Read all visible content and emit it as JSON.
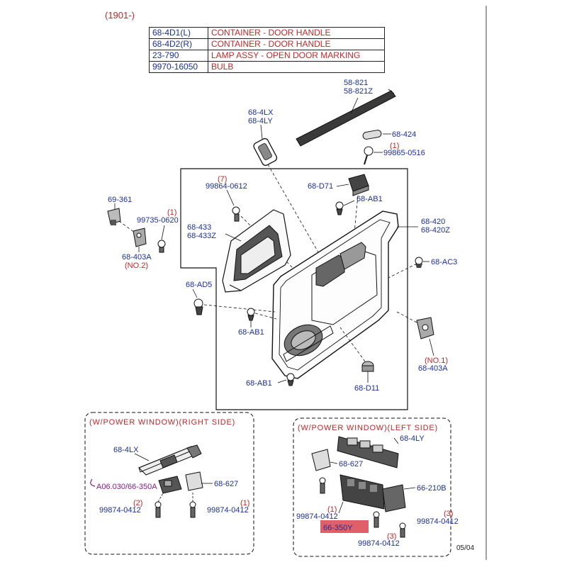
{
  "header": {
    "date_range": "(1901-)"
  },
  "legend": [
    {
      "code": "68-4D1(L)",
      "desc": "CONTAINER - DOOR HANDLE"
    },
    {
      "code": "68-4D2(R)",
      "desc": "CONTAINER - DOOR HANDLE"
    },
    {
      "code": "23-790",
      "desc": "LAMP ASSY - OPEN DOOR MARKING"
    },
    {
      "code": "9970-16050",
      "desc": "BULB"
    }
  ],
  "callouts": {
    "p_58_821": "58-821",
    "p_58_821z": "58-821Z",
    "p_68_4lx_top": "68-4LX",
    "p_68_4ly_top": "68-4LY",
    "p_68_424": "68-424",
    "p_99865_qty": "(1)",
    "p_99865": "99865-0516",
    "p_99864_qty": "(7)",
    "p_99864": "99864-0612",
    "p_68_d71": "68-D71",
    "p_68_ab1_a": "68-AB1",
    "p_69_361": "69-361",
    "p_99735_qty": "(1)",
    "p_99735": "99735-0620",
    "p_68_433": "68-433",
    "p_68_433z": "68-433Z",
    "p_68_420": "68-420",
    "p_68_420z": "68-420Z",
    "p_68_403a_left": "68-403A",
    "p_no2": "(NO.2)",
    "p_68_ac3": "68-AC3",
    "p_68_ad5": "68-AD5",
    "p_68_ab1_b": "68-AB1",
    "p_no1": "(NO.1)",
    "p_68_403a_right": "68-403A",
    "p_68_ab1_c": "68-AB1",
    "p_68_d11": "68-D11"
  },
  "right_box": {
    "title": "(W/POWER WINDOW)(RIGHT SIDE)",
    "p_68_4lx": "68-4LX",
    "p_68_627": "68-627",
    "p_ref": "A06.030/66-350A",
    "p_99874_l_qty": "(2)",
    "p_99874_l": "99874-0412",
    "p_99874_r_qty": "(1)",
    "p_99874_r": "99874-0412"
  },
  "left_box": {
    "title": "(W/POWER WINDOW)(LEFT SIDE)",
    "p_68_4ly": "68-4LY",
    "p_68_627": "68-627",
    "p_66_210b": "66-210B",
    "p_99874_a_qty": "(1)",
    "p_99874_a": "99874-0412",
    "p_66_350y": "66-350Y",
    "p_99874_b_qty": "(3)",
    "p_99874_b": "99874-0412",
    "p_99874_c_qty": "(3)",
    "p_99874_c": "99874-0412"
  },
  "footer": {
    "page_date": "05/04"
  },
  "colors": {
    "callout": "#1b2f9c",
    "qty": "#c0282a",
    "highlight": "#e0606a"
  }
}
